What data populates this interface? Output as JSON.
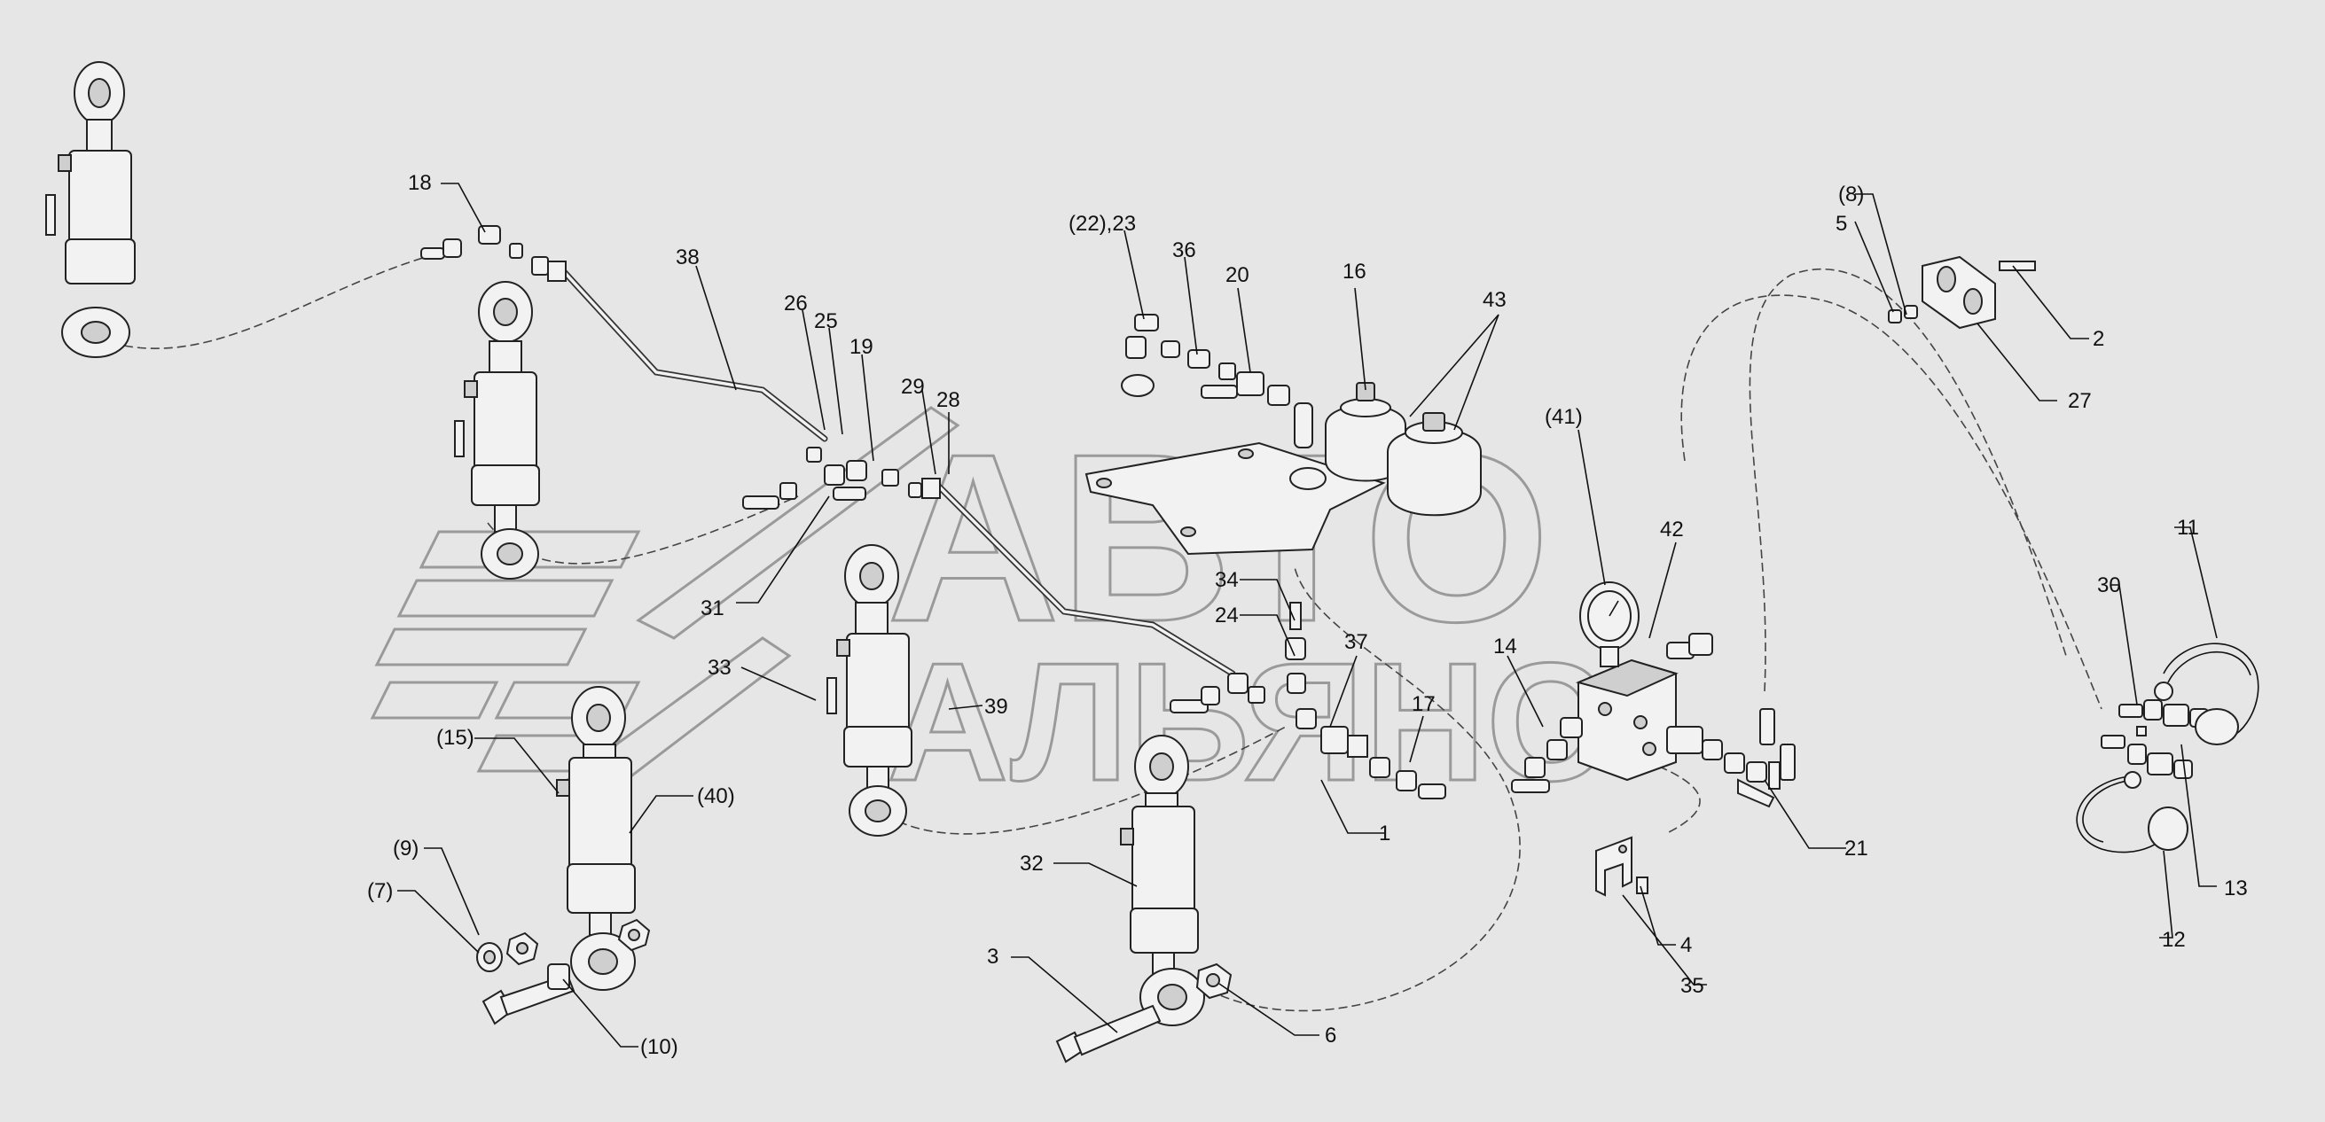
{
  "watermark": {
    "line1": "АВТО",
    "line2": "АЛЬЯНС"
  },
  "callouts": [
    {
      "id": "18",
      "text": "18"
    },
    {
      "id": "38",
      "text": "38"
    },
    {
      "id": "26",
      "text": "26"
    },
    {
      "id": "25",
      "text": "25"
    },
    {
      "id": "19",
      "text": "19"
    },
    {
      "id": "29",
      "text": "29"
    },
    {
      "id": "28",
      "text": "28"
    },
    {
      "id": "31",
      "text": "31"
    },
    {
      "id": "22-23",
      "text": "(22),23"
    },
    {
      "id": "36",
      "text": "36"
    },
    {
      "id": "20",
      "text": "20"
    },
    {
      "id": "16",
      "text": "16"
    },
    {
      "id": "43",
      "text": "43"
    },
    {
      "id": "41",
      "text": "(41)"
    },
    {
      "id": "42",
      "text": "42"
    },
    {
      "id": "34",
      "text": "34"
    },
    {
      "id": "24",
      "text": "24"
    },
    {
      "id": "37",
      "text": "37"
    },
    {
      "id": "14",
      "text": "14"
    },
    {
      "id": "17",
      "text": "17"
    },
    {
      "id": "1",
      "text": "1"
    },
    {
      "id": "21",
      "text": "21"
    },
    {
      "id": "33",
      "text": "33"
    },
    {
      "id": "39",
      "text": "39"
    },
    {
      "id": "15",
      "text": "(15)"
    },
    {
      "id": "40",
      "text": "(40)"
    },
    {
      "id": "9",
      "text": "(9)"
    },
    {
      "id": "7",
      "text": "(7)"
    },
    {
      "id": "10",
      "text": "(10)"
    },
    {
      "id": "32",
      "text": "32"
    },
    {
      "id": "3",
      "text": "3"
    },
    {
      "id": "6",
      "text": "6"
    },
    {
      "id": "8",
      "text": "(8)"
    },
    {
      "id": "5",
      "text": "5"
    },
    {
      "id": "2",
      "text": "2"
    },
    {
      "id": "27",
      "text": "27"
    },
    {
      "id": "11",
      "text": "11"
    },
    {
      "id": "30",
      "text": "30"
    },
    {
      "id": "13",
      "text": "13"
    },
    {
      "id": "12",
      "text": "12"
    },
    {
      "id": "4",
      "text": "4"
    },
    {
      "id": "35",
      "text": "35"
    }
  ]
}
